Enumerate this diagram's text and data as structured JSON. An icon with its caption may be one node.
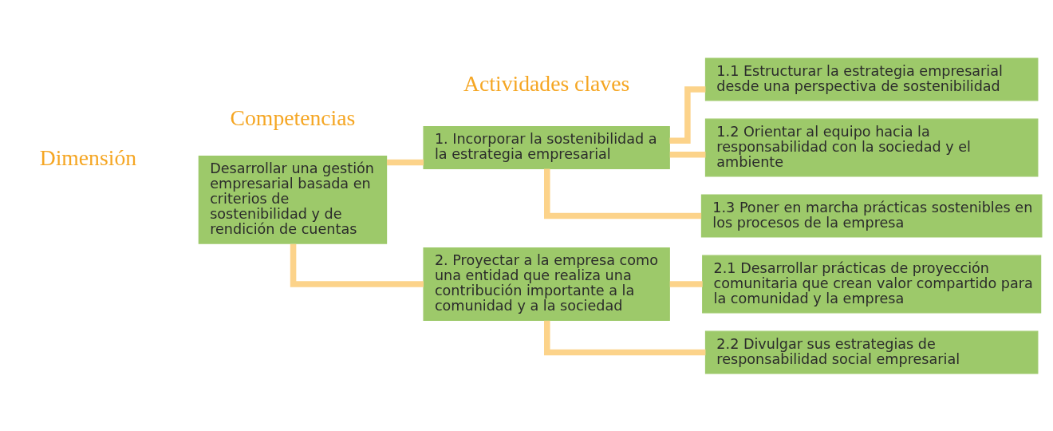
{
  "diagram": {
    "nodes": [
      {
        "text": [
          "Desarrollar una gestión empresarial basada en criterios de sostenibilidad y de rendición de cuentas"
        ]
      },
      {
        "text": [
          "1. Incorporar la sostenibilidad a la estrategia empresarial"
        ]
      },
      {
        "text": [
          "2. Proyectar a la empresa como una entidad que realiza una contribución importante a la comunidad y a la sociedad"
        ]
      },
      {
        "text": [
          "1.1 Estructurar la estrategia empresarial desde una perspectiva de sostenibilidad"
        ]
      },
      {
        "text": [
          "1.2 Orientar al equipo hacia la responsabilidad con la sociedad y el ambiente"
        ]
      },
      {
        "text": [
          "1.3 Poner en marcha prácticas sostenibles en los procesos de la empresa"
        ]
      },
      {
        "text": [
          "2.1 Desarrollar prácticas de proyección comunitaria que crean valor compartido para la comunidad y la empresa"
        ]
      },
      {
        "text": [
          "2.2 Divulgar sus estrategias de responsabilidad social empresarial"
        ]
      }
    ],
    "edges": [
      {
        "from": 0,
        "to": 1,
        "arrow": "none"
      },
      {
        "from": 0,
        "to": 2,
        "arrow": "none"
      },
      {
        "from": 1,
        "to": 3,
        "arrow": "none"
      },
      {
        "from": 1,
        "to": 4,
        "arrow": "none"
      },
      {
        "from": 1,
        "to": 5,
        "arrow": "none"
      },
      {
        "from": 2,
        "to": 6,
        "arrow": "none"
      },
      {
        "from": 2,
        "to": 7,
        "arrow": "none"
      }
    ],
    "labels": [
      "Dimensión",
      "Competencias",
      "Actividades claves"
    ]
  }
}
